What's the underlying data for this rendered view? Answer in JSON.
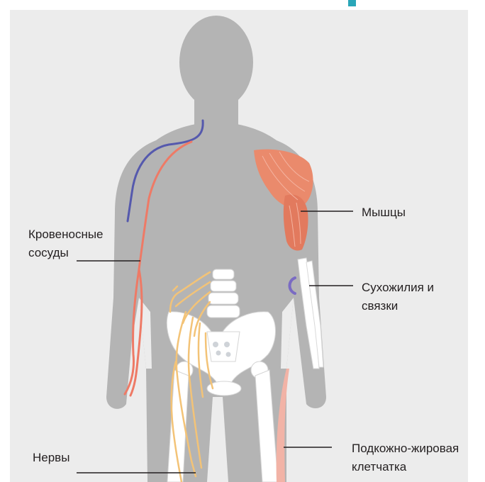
{
  "labels": {
    "vessels": [
      "Кровеносные",
      "сосуды"
    ],
    "muscles": [
      "Мышцы"
    ],
    "tendons": [
      "Сухожилия и",
      "связки"
    ],
    "nerves": [
      "Нервы"
    ],
    "fat": [
      "Подкожно-жировая",
      "клетчатка"
    ]
  },
  "colors": {
    "background": "#ffffff",
    "panel": "#ececec",
    "silhouette": "#b4b4b4",
    "bone": "#ffffff",
    "artery": "#ee7a66",
    "vein": "#5559ad",
    "muscle": "#ea8a6c",
    "nerve": "#f3c377",
    "tendon": "#7a6bc3",
    "fat": "#f2b3a6",
    "leader_line": "#231f20",
    "accent": "#2aa6b8"
  }
}
